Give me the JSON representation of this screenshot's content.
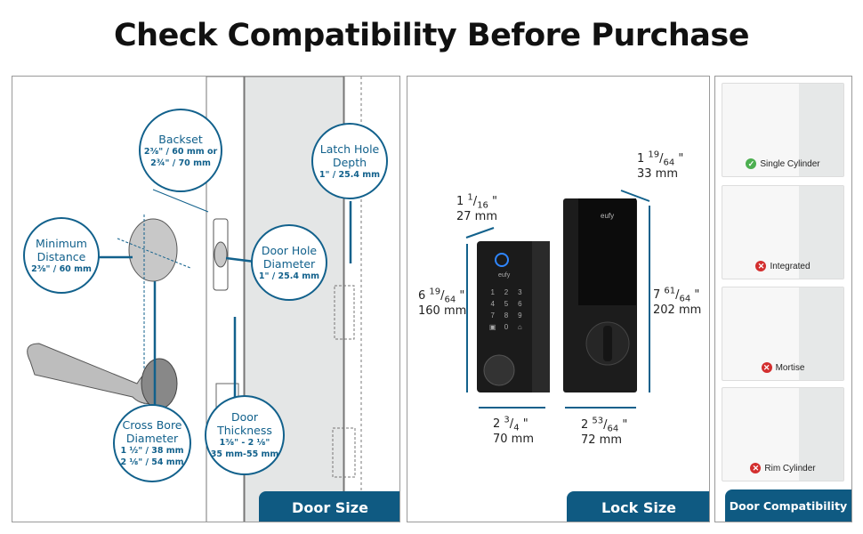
{
  "title": "Check Compatibility Before Purchase",
  "door": {
    "tab": "Door Size",
    "backset": {
      "label": "Backset",
      "v1": "2⅜\" / 60 mm or",
      "v2": "2¾\" / 70 mm"
    },
    "min_distance": {
      "label1": "Minimum",
      "label2": "Distance",
      "v1": "2⅜\" / 60 mm"
    },
    "door_hole": {
      "label1": "Door Hole",
      "label2": "Diameter",
      "v1": "1\" / 25.4 mm"
    },
    "latch_hole": {
      "label1": "Latch Hole",
      "label2": "Depth",
      "v1": "1\" / 25.4 mm"
    },
    "cross_bore": {
      "label1": "Cross Bore",
      "label2": "Diameter",
      "v1": "1 ½\" / 38 mm",
      "v2": "2 ⅛\" / 54 mm"
    },
    "thickness": {
      "label1": "Door",
      "label2": "Thickness",
      "v1": "1⅜\" - 2 ⅛\"",
      "v2": "35 mm-55 mm"
    }
  },
  "lock": {
    "tab": "Lock Size",
    "brand": "eufy",
    "keypad": [
      "1",
      "2",
      "3",
      "4",
      "5",
      "6",
      "7",
      "8",
      "9",
      "",
      "0",
      ""
    ],
    "front_depth": {
      "in_whole": "1",
      "in_num": "1",
      "in_den": "16",
      "mm": "27 mm"
    },
    "front_height": {
      "in_whole": "6",
      "in_num": "19",
      "in_den": "64",
      "mm": "160 mm"
    },
    "front_width": {
      "in_whole": "2",
      "in_num": "3",
      "in_den": "4",
      "mm": "70 mm"
    },
    "back_depth": {
      "in_whole": "1",
      "in_num": "19",
      "in_den": "64",
      "mm": "33 mm"
    },
    "back_height": {
      "in_whole": "7",
      "in_num": "61",
      "in_den": "64",
      "mm": "202 mm"
    },
    "back_width": {
      "in_whole": "2",
      "in_num": "53",
      "in_den": "64",
      "mm": "72 mm"
    }
  },
  "compat": {
    "tab": "Door Compatibility",
    "items": [
      {
        "label": "Single Cylinder",
        "status": "compatible",
        "icon": "check-icon",
        "color": "#4caf50"
      },
      {
        "label": "Integrated",
        "status": "incompatible",
        "icon": "x-icon",
        "color": "#d32f2f"
      },
      {
        "label": "Mortise",
        "status": "incompatible",
        "icon": "x-icon",
        "color": "#d32f2f"
      },
      {
        "label": "Rim Cylinder",
        "status": "incompatible",
        "icon": "x-icon",
        "color": "#d32f2f"
      }
    ]
  },
  "colors": {
    "accent": "#0f5a82"
  }
}
